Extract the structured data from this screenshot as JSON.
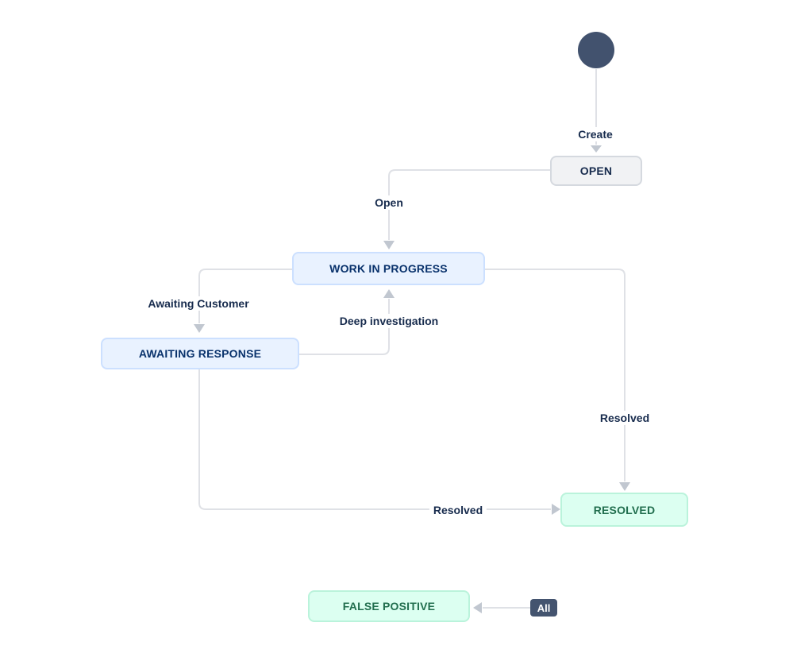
{
  "diagram": {
    "type": "workflow",
    "nodes": {
      "start": {
        "name": "initial-node",
        "color": "#42526E"
      },
      "open": {
        "label": "OPEN",
        "bg": "#F1F2F4",
        "border": "#D5D9DF",
        "text_color": "#172B4D"
      },
      "work_in_progress": {
        "label": "WORK IN PROGRESS",
        "bg": "#E9F2FF",
        "border": "#CCE0FF",
        "text_color": "#09326C"
      },
      "awaiting_response": {
        "label": "AWAITING RESPONSE",
        "bg": "#E9F2FF",
        "border": "#CCE0FF",
        "text_color": "#09326C"
      },
      "resolved": {
        "label": "RESOLVED",
        "bg": "#DCFFF1",
        "border": "#BAF3DB",
        "text_color": "#216E4E"
      },
      "false_positive": {
        "label": "FALSE POSITIVE",
        "bg": "#DCFFF1",
        "border": "#BAF3DB",
        "text_color": "#216E4E"
      }
    },
    "edges": {
      "create": {
        "label": "Create",
        "from": "start",
        "to": "open"
      },
      "open": {
        "label": "Open",
        "from": "open",
        "to": "work_in_progress"
      },
      "awaiting_customer": {
        "label": "Awaiting Customer",
        "from": "work_in_progress",
        "to": "awaiting_response"
      },
      "deep_investigation": {
        "label": "Deep investigation",
        "from": "awaiting_response",
        "to": "work_in_progress"
      },
      "resolved_from_wip": {
        "label": "Resolved",
        "from": "work_in_progress",
        "to": "resolved"
      },
      "resolved_from_awaiting": {
        "label": "Resolved",
        "from": "awaiting_response",
        "to": "resolved"
      },
      "all_to_false_positive": {
        "label": "All",
        "badge_bg": "#44546F",
        "badge_text_color": "#FFFFFF",
        "to": "false_positive"
      }
    },
    "colors": {
      "line": "#DFE1E6",
      "arrowhead": "#C1C7D0",
      "edge_label_text": "#172B4D",
      "background": "#FFFFFF"
    }
  }
}
